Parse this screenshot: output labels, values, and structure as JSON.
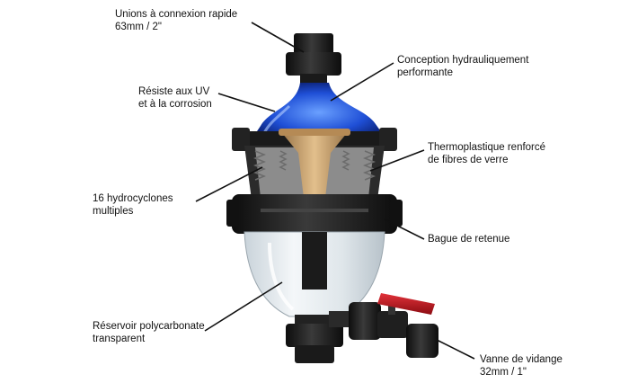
{
  "labels": {
    "unions": {
      "line1": "Unions à connexion rapide",
      "line2": "63mm / 2\""
    },
    "uv": {
      "line1": "Résiste aux UV",
      "line2": "et à la corrosion"
    },
    "hydrocyclones": {
      "line1": "16 hydrocyclones",
      "line2": "multiples"
    },
    "reservoir": {
      "line1": "Réservoir polycarbonate",
      "line2": "transparent"
    },
    "conception": {
      "line1": "Conception hydrauliquement",
      "line2": "performante"
    },
    "thermoplastique": {
      "line1": "Thermoplastique renforcé",
      "line2": "de fibres de verre"
    },
    "bague": {
      "line1": "Bague de retenue"
    },
    "vanne": {
      "line1": "Vanne de vidange",
      "line2": "32mm / 1\""
    }
  },
  "colors": {
    "dome_blue": "#1f4fd6",
    "body_black": "#1a1a1a",
    "valve_red": "#c0141c",
    "cone_tan": "#c9a06a",
    "bowl_clear": "#e8eef2"
  }
}
